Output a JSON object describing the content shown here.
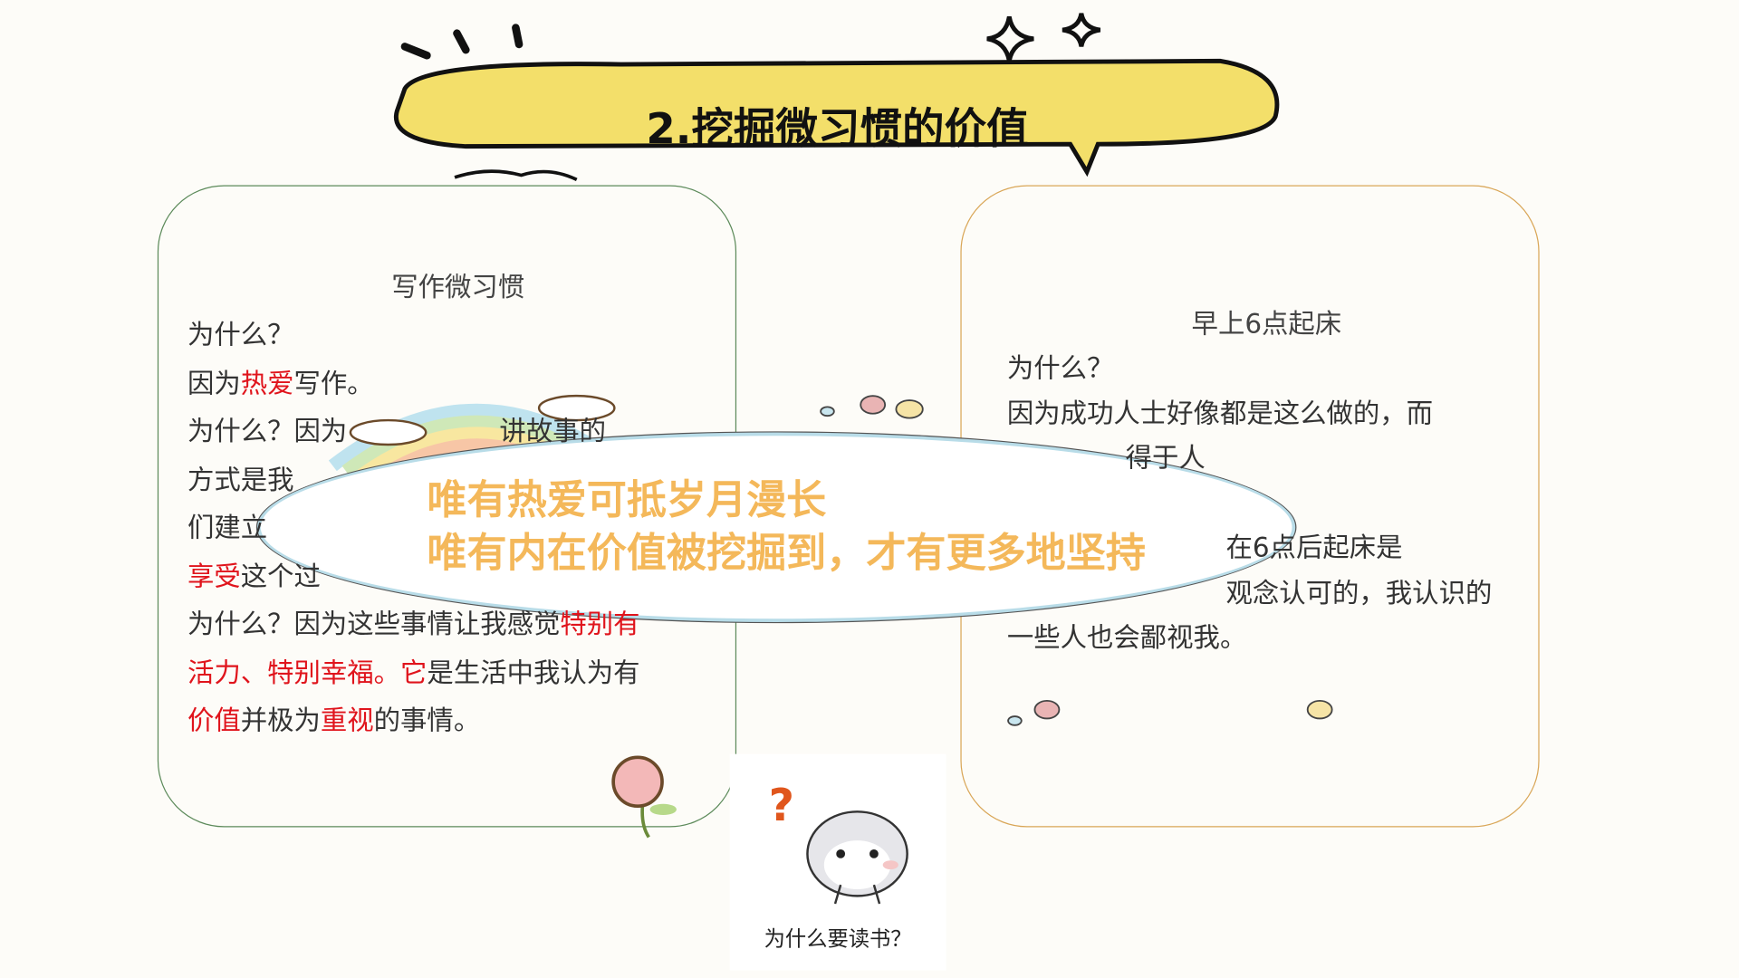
{
  "title": "2.挖掘微习惯的价值",
  "left_card": {
    "heading": "写作微习惯",
    "lines": [
      [
        {
          "t": "为什么？"
        }
      ],
      [
        {
          "t": "因为"
        },
        {
          "t": "热爱",
          "r": true
        },
        {
          "t": "写作。"
        }
      ],
      [
        {
          "t": "为什么？因为"
        },
        {
          "t": "                  讲故事的"
        }
      ],
      [
        {
          "t": "方式是我"
        }
      ],
      [
        {
          "t": "们建立"
        }
      ],
      [
        {
          "t": "享受",
          "r": true
        },
        {
          "t": "这个过"
        }
      ],
      [
        {
          "t": "为什么？因为这些事情让我感觉"
        },
        {
          "t": "特别有",
          "r": true
        }
      ],
      [
        {
          "t": "活力、特别幸福。它",
          "r": true
        },
        {
          "t": "是生活中我认为有"
        }
      ],
      [
        {
          "t": "价值",
          "r": true
        },
        {
          "t": "并极为"
        },
        {
          "t": "重视",
          "r": true
        },
        {
          "t": "的事情。"
        }
      ]
    ]
  },
  "right_card": {
    "heading": "早上6点起床",
    "lines": [
      "为什么？",
      "因为成功人士好像都是这么做的，而",
      "              得于人",
      "",
      "                  在6点后起床是",
      "                  观念认可的，我认识的",
      "一些人也会鄙视我。"
    ]
  },
  "quote": {
    "line1": "唯有热爱可抵岁月漫长",
    "line2": "唯有内在价值被挖掘到，才有更多地坚持"
  },
  "hamster_caption": "为什么要读书？",
  "colors": {
    "accent_red": "#e0141c",
    "quote": "#f4b85a",
    "banner": "#f3df6a",
    "left_border": "#5c8a5a",
    "right_border": "#d9a657"
  }
}
